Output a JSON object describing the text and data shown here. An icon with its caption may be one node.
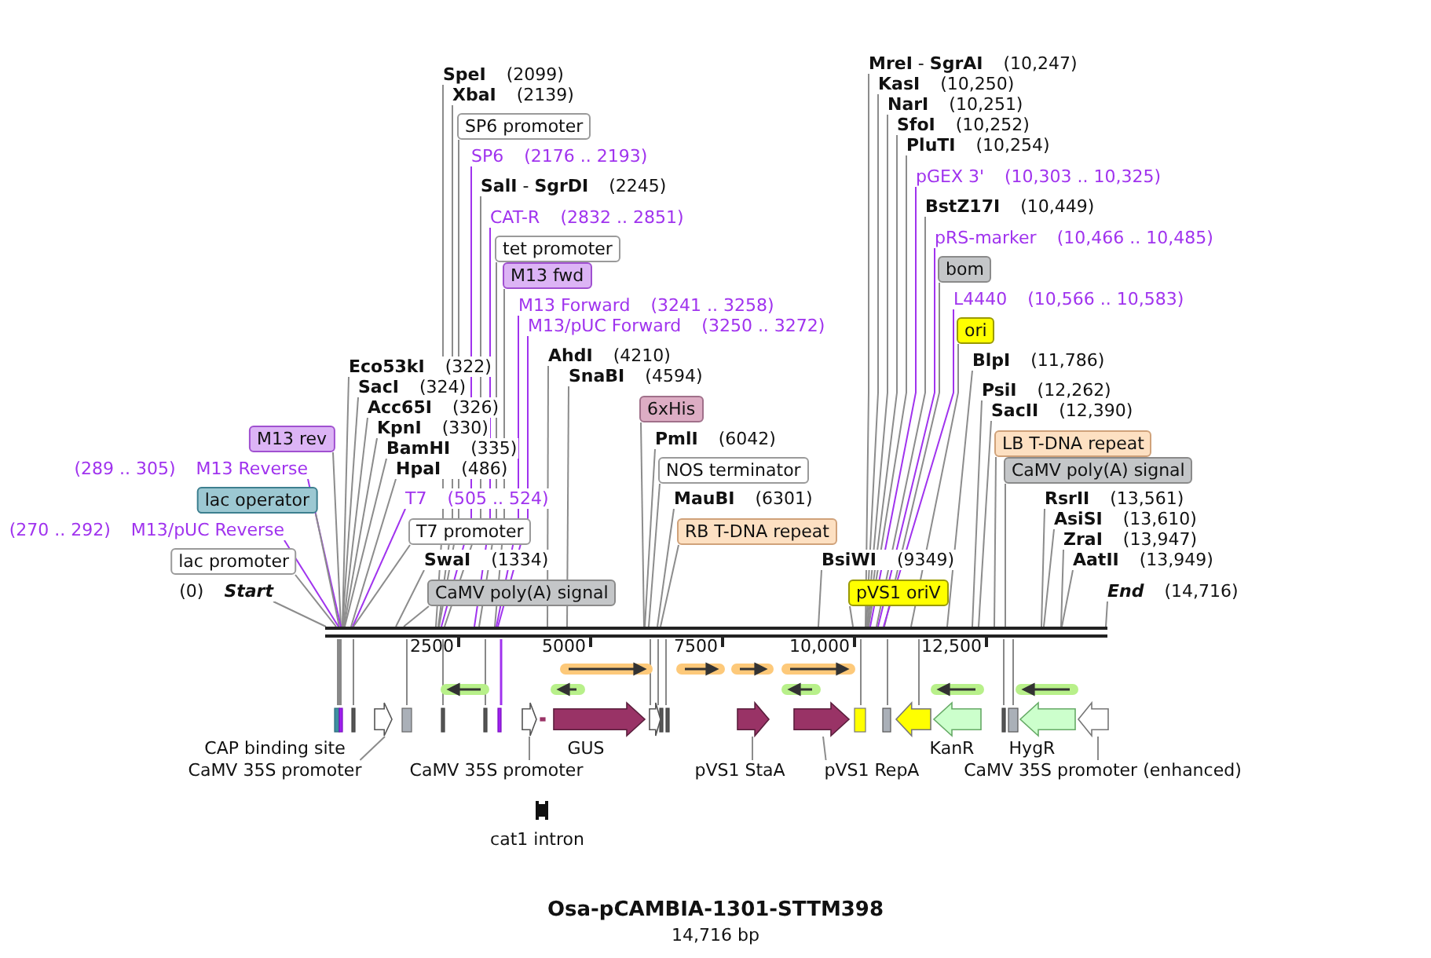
{
  "diagram": {
    "title": "Osa-pCAMBIA-1301-STTM398",
    "caption": "14,716 bp",
    "nodes": [
      {
        "text": [
          "SpeI",
          "(2099)"
        ]
      },
      {
        "text": [
          "XbaI",
          "(2139)"
        ]
      },
      {
        "text": [
          "SP6 promoter"
        ]
      },
      {
        "text": [
          "SP6",
          "(2176 .. 2193)"
        ]
      },
      {
        "text": [
          "**SalI** - **SgrDI**",
          "(2245)"
        ]
      },
      {
        "text": [
          "CAT-R",
          "(2832 .. 2851)"
        ]
      },
      {
        "text": [
          "tet promoter"
        ]
      },
      {
        "text": [
          "M13 fwd"
        ]
      },
      {
        "text": [
          "M13 Forward",
          "(3241 .. 3258)"
        ]
      },
      {
        "text": [
          "M13/pUC Forward",
          "(3250 .. 3272)"
        ]
      },
      {
        "text": [
          "AhdI",
          "(4210)"
        ]
      },
      {
        "text": [
          "SnaBI",
          "(4594)"
        ]
      },
      {
        "text": [
          "Eco53kI",
          "(322)"
        ]
      },
      {
        "text": [
          "SacI",
          "(324)"
        ]
      },
      {
        "text": [
          "Acc65I",
          "(326)"
        ]
      },
      {
        "text": [
          "KpnI",
          "(330)"
        ]
      },
      {
        "text": [
          "BamHI",
          "(335)"
        ]
      },
      {
        "text": [
          "HpaI",
          "(486)"
        ]
      },
      {
        "text": [
          "M13 rev"
        ]
      },
      {
        "text": [
          "(289 .. 305)",
          "M13 Reverse"
        ]
      },
      {
        "text": [
          "lac operator"
        ]
      },
      {
        "text": [
          "(270 .. 292)",
          "M13/pUC Reverse"
        ]
      },
      {
        "text": [
          "lac promoter"
        ]
      },
      {
        "text": [
          "(0)",
          "Start"
        ]
      },
      {
        "text": [
          "T7",
          "(505 .. 524)"
        ]
      },
      {
        "text": [
          "T7 promoter"
        ]
      },
      {
        "text": [
          "SwaI",
          "(1334)"
        ]
      },
      {
        "text": [
          "CaMV poly(A) signal"
        ]
      },
      {
        "text": [
          "6xHis"
        ]
      },
      {
        "text": [
          "PmlI",
          "(6042)"
        ]
      },
      {
        "text": [
          "NOS terminator"
        ]
      },
      {
        "text": [
          "MauBI",
          "(6301)"
        ]
      },
      {
        "text": [
          "RB T-DNA repeat"
        ]
      },
      {
        "text": [
          "**MreI** - **SgrAI**",
          "(10,247)"
        ]
      },
      {
        "text": [
          "KasI",
          "(10,250)"
        ]
      },
      {
        "text": [
          "NarI",
          "(10,251)"
        ]
      },
      {
        "text": [
          "SfoI",
          "(10,252)"
        ]
      },
      {
        "text": [
          "PluTI",
          "(10,254)"
        ]
      },
      {
        "text": [
          "pGEX 3'",
          "(10,303 .. 10,325)"
        ]
      },
      {
        "text": [
          "BstZ17I",
          "(10,449)"
        ]
      },
      {
        "text": [
          "pRS-marker",
          "(10,466 .. 10,485)"
        ]
      },
      {
        "text": [
          "bom"
        ]
      },
      {
        "text": [
          "L4440",
          "(10,566 .. 10,583)"
        ]
      },
      {
        "text": [
          "ori"
        ]
      },
      {
        "text": [
          "BsiWI",
          "(9349)"
        ]
      },
      {
        "text": [
          "pVS1 oriV"
        ]
      },
      {
        "text": [
          "BlpI",
          "(11,786)"
        ]
      },
      {
        "text": [
          "PsiI",
          "(12,262)"
        ]
      },
      {
        "text": [
          "SacII",
          "(12,390)"
        ]
      },
      {
        "text": [
          "LB T-DNA repeat"
        ]
      },
      {
        "text": [
          "CaMV poly(A) signal"
        ]
      },
      {
        "text": [
          "RsrII",
          "(13,561)"
        ]
      },
      {
        "text": [
          "AsiSI",
          "(13,610)"
        ]
      },
      {
        "text": [
          "ZraI",
          "(13,947)"
        ]
      },
      {
        "text": [
          "AatII",
          "(13,949)"
        ]
      },
      {
        "text": [
          "End",
          "(14,716)"
        ]
      },
      {
        "text": [
          "CAP binding site"
        ]
      },
      {
        "text": [
          "CaMV 35S promoter"
        ]
      },
      {
        "text": [
          "CaMV 35S promoter"
        ]
      },
      {
        "text": [
          "GUS"
        ]
      },
      {
        "text": [
          "pVS1 StaA"
        ]
      },
      {
        "text": [
          "pVS1 RepA"
        ]
      },
      {
        "text": [
          "KanR"
        ]
      },
      {
        "text": [
          "HygR"
        ]
      },
      {
        "text": [
          "CaMV 35S promoter (enhanced)"
        ]
      },
      {
        "text": [
          "cat1 intron"
        ]
      },
      {
        "text": [],
        "shape": "bar"
      },
      {
        "text": [],
        "shape": "arrow"
      },
      {
        "text": [],
        "shape": "arrow"
      },
      {
        "text": [],
        "shape": "arrow"
      },
      {
        "text": [],
        "shape": "arrow"
      },
      {
        "text": [],
        "shape": "arrow"
      },
      {
        "text": [],
        "shape": "arrow"
      },
      {
        "text": [],
        "shape": "arrow"
      },
      {
        "text": [],
        "shape": "arrow"
      },
      {
        "text": [],
        "shape": "arrow"
      },
      {
        "text": [],
        "shape": "arrow"
      }
    ],
    "edges": [
      {
        "from": 0,
        "to": 66,
        "arrow": "none"
      },
      {
        "from": 1,
        "to": 66,
        "arrow": "none"
      },
      {
        "from": 2,
        "to": 66,
        "arrow": "none"
      },
      {
        "from": 3,
        "to": 66,
        "arrow": "none",
        "color": "#a033ee"
      },
      {
        "from": 4,
        "to": 66,
        "arrow": "none"
      },
      {
        "from": 5,
        "to": 66,
        "arrow": "none",
        "color": "#a033ee"
      },
      {
        "from": 6,
        "to": 66,
        "arrow": "none"
      },
      {
        "from": 7,
        "to": 66,
        "arrow": "none"
      },
      {
        "from": 8,
        "to": 66,
        "arrow": "none",
        "color": "#a033ee"
      },
      {
        "from": 9,
        "to": 66,
        "arrow": "none",
        "color": "#a033ee"
      },
      {
        "from": 10,
        "to": 66,
        "arrow": "none"
      },
      {
        "from": 11,
        "to": 66,
        "arrow": "none"
      },
      {
        "from": 12,
        "to": 66,
        "arrow": "none"
      },
      {
        "from": 13,
        "to": 66,
        "arrow": "none"
      },
      {
        "from": 14,
        "to": 66,
        "arrow": "none"
      },
      {
        "from": 15,
        "to": 66,
        "arrow": "none"
      },
      {
        "from": 16,
        "to": 66,
        "arrow": "none"
      },
      {
        "from": 17,
        "to": 66,
        "arrow": "none"
      },
      {
        "from": 18,
        "to": 66,
        "arrow": "none"
      },
      {
        "from": 19,
        "to": 66,
        "arrow": "none",
        "color": "#a033ee"
      },
      {
        "from": 20,
        "to": 66,
        "arrow": "none"
      },
      {
        "from": 21,
        "to": 66,
        "arrow": "none",
        "color": "#a033ee"
      },
      {
        "from": 22,
        "to": 66,
        "arrow": "none"
      },
      {
        "from": 23,
        "to": 66,
        "arrow": "none"
      },
      {
        "from": 24,
        "to": 66,
        "arrow": "none",
        "color": "#a033ee"
      },
      {
        "from": 25,
        "to": 66,
        "arrow": "none"
      },
      {
        "from": 26,
        "to": 66,
        "arrow": "none"
      },
      {
        "from": 27,
        "to": 66,
        "arrow": "none"
      },
      {
        "from": 28,
        "to": 66,
        "arrow": "none"
      },
      {
        "from": 29,
        "to": 66,
        "arrow": "none"
      },
      {
        "from": 30,
        "to": 66,
        "arrow": "none"
      },
      {
        "from": 31,
        "to": 66,
        "arrow": "none"
      },
      {
        "from": 32,
        "to": 66,
        "arrow": "none"
      },
      {
        "from": 33,
        "to": 66,
        "arrow": "none"
      },
      {
        "from": 34,
        "to": 66,
        "arrow": "none"
      },
      {
        "from": 35,
        "to": 66,
        "arrow": "none"
      },
      {
        "from": 36,
        "to": 66,
        "arrow": "none"
      },
      {
        "from": 37,
        "to": 66,
        "arrow": "none"
      },
      {
        "from": 38,
        "to": 66,
        "arrow": "none",
        "color": "#a033ee"
      },
      {
        "from": 39,
        "to": 66,
        "arrow": "none"
      },
      {
        "from": 40,
        "to": 66,
        "arrow": "none",
        "color": "#a033ee"
      },
      {
        "from": 41,
        "to": 66,
        "arrow": "none"
      },
      {
        "from": 42,
        "to": 66,
        "arrow": "none",
        "color": "#a033ee"
      },
      {
        "from": 43,
        "to": 66,
        "arrow": "none"
      },
      {
        "from": 44,
        "to": 66,
        "arrow": "none"
      },
      {
        "from": 45,
        "to": 66,
        "arrow": "none"
      },
      {
        "from": 46,
        "to": 66,
        "arrow": "none"
      },
      {
        "from": 47,
        "to": 66,
        "arrow": "none"
      },
      {
        "from": 48,
        "to": 66,
        "arrow": "none"
      },
      {
        "from": 49,
        "to": 66,
        "arrow": "none"
      },
      {
        "from": 50,
        "to": 66,
        "arrow": "none"
      },
      {
        "from": 51,
        "to": 66,
        "arrow": "none"
      },
      {
        "from": 52,
        "to": 66,
        "arrow": "none"
      },
      {
        "from": 53,
        "to": 66,
        "arrow": "none"
      },
      {
        "from": 54,
        "to": 66,
        "arrow": "none"
      },
      {
        "from": 55,
        "to": 66,
        "arrow": "none"
      },
      {
        "from": 57,
        "to": 67,
        "arrow": "none"
      },
      {
        "from": 58,
        "to": 68,
        "arrow": "none"
      },
      {
        "from": 60,
        "to": 71,
        "arrow": "none"
      },
      {
        "from": 61,
        "to": 72,
        "arrow": "none"
      },
      {
        "from": 64,
        "to": 76,
        "arrow": "none"
      }
    ],
    "labels": [
      "2500",
      "5000",
      "7500",
      "10,000",
      "12,500"
    ]
  }
}
